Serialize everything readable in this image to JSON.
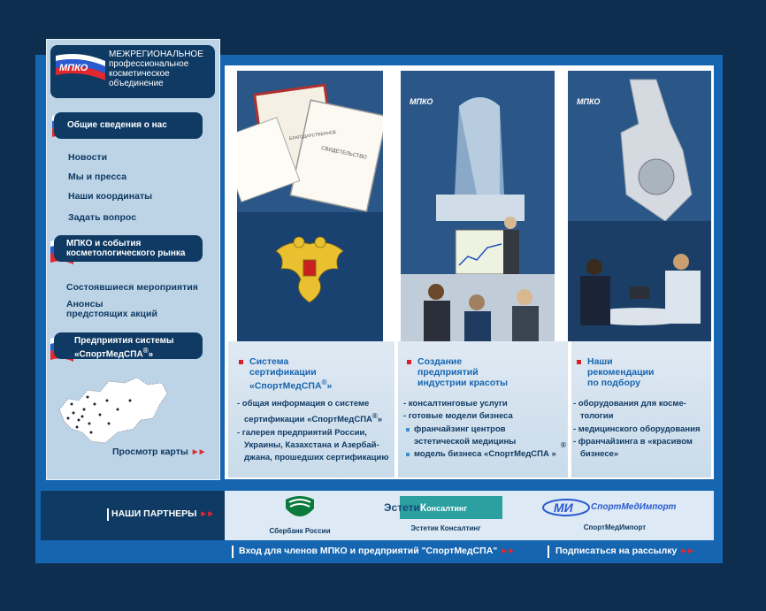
{
  "logo": {
    "abbr": "МПКО",
    "line1": "МЕЖРЕГИОНАЛЬНОЕ",
    "line2": "профессиональное",
    "line3": "косметическое",
    "line4": "объединение"
  },
  "sidebar": {
    "section1": "Общие сведения о нас",
    "links1": [
      "Новости",
      "Мы и пресса",
      "Наши координаты",
      "Задать вопрос"
    ],
    "section2_l1": "МПКО и события",
    "section2_l2": "косметологического рынка",
    "links2": [
      "Состоявшиеся мероприятия",
      "Анонсы",
      "предстоящих акций"
    ],
    "section3_l1": "Предприятия системы",
    "section3_l2": "«СпортМедСПА",
    "section3_l2b": "»",
    "map_link": "Просмотр карты"
  },
  "columns": [
    {
      "title": [
        "Система",
        "сертификации",
        "«СпортМедСПА",
        "»"
      ],
      "items": [
        "- общая информация о системе",
        "сертификации «СпортМедСПА",
        "- галерея предприятий России,",
        "Украины, Казахстана и Азербай-",
        "джана, прошедших сертификацию"
      ],
      "items_tail": "»"
    },
    {
      "title": [
        "Создание",
        "предприятий",
        "индустрии красоты"
      ],
      "items": [
        "- консалтинговые услуги",
        "- готовые модели бизнеса",
        "франчайзинг центров",
        "эстетической медицины",
        "модель бизнеса «СпортМедСПА »"
      ]
    },
    {
      "title": [
        "Наши",
        "рекомендации",
        "по подбору"
      ],
      "items": [
        "- оборудования для косме-",
        "тологии",
        "- медицинского оборудования",
        "- франчайзинга в «красивом",
        "бизнесе»"
      ]
    }
  ],
  "panel_labels": {
    "abbr1": "МПКО",
    "abbr2": "МПКО",
    "cert1": "БЛАГОДАРСТВЕННОЕ",
    "cert2": "СВИДЕТЕЛЬСТВО"
  },
  "partners": {
    "label": "НАШИ ПАРТНЕРЫ",
    "p1": "Сбербанк России",
    "p2_logo_a": "Эстети",
    "p2_logo_b": "К",
    "p2_logo_c": "онсалтинг",
    "p2": "Эстетик Консалтинг",
    "p3_logo": "СпортМедИмпорт",
    "p3": "СпортМедИмпорт"
  },
  "footer": {
    "login": "Вход для членов МПКО и предприятий \"СпортМедСПА\"",
    "subscribe": "Подписаться на рассылку"
  },
  "reg": "®",
  "arrows": "►►",
  "colors": {
    "navy": "#0f3a63",
    "blue": "#1565b0",
    "red": "#d8202a",
    "bg": "#0d2e4f"
  }
}
